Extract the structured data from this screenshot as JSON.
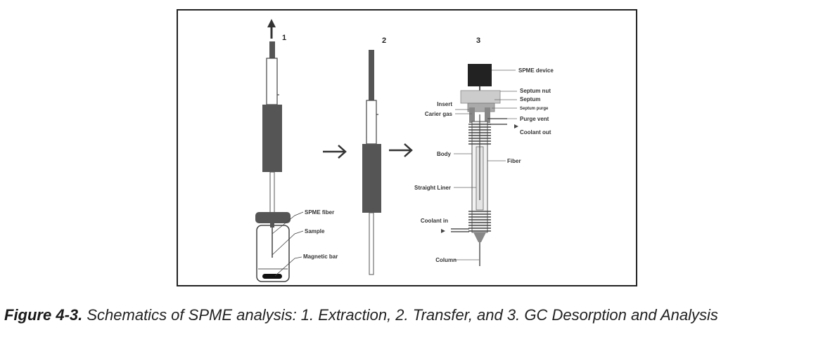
{
  "figure": {
    "panel_numbers": [
      "1",
      "2",
      "3"
    ],
    "panel1_labels": {
      "fiber": "SPME fiber",
      "sample": "Sample",
      "magnetic_bar": "Magnetic bar"
    },
    "panel3_labels": {
      "spme_device": "SPME device",
      "septum_nut": "Septum nut",
      "septum": "Septum",
      "septum_purge": "Septum purge",
      "purge_vent": "Purge vent",
      "coolant_out": "Coolant out",
      "insert": "Insert",
      "carrier_gas": "Carier gas",
      "body": "Body",
      "fiber": "Fiber",
      "straight_liner": "Straight Liner",
      "coolant_in": "Coolant in",
      "column": "Column"
    }
  },
  "caption": {
    "label": "Figure 4-3.",
    "text": " Schematics of SPME analysis: 1. Extraction, 2. Transfer, and 3. GC Desorption and Analysis"
  }
}
